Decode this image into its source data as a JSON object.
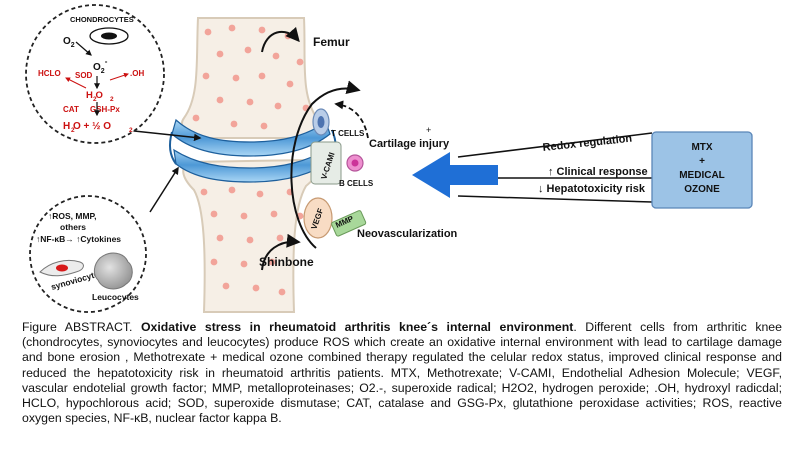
{
  "top_callout": {
    "cell_label": "CHONDROCYTES",
    "o2": "O",
    "o2_sub": "2",
    "superoxide": "O",
    "superoxide_sub": "2",
    "superoxide_sup": "-",
    "sod": "SOD",
    "hclo": "HCLO",
    "oh": ".OH",
    "h2o2": "H O",
    "h2o2_sub1": "2",
    "h2o2_sub2": "2",
    "cat": "CAT",
    "gsh": "GSH-Px",
    "h2o_plus": "H O + ½ O",
    "h2o_sub": "2",
    "o_sub": "2"
  },
  "bottom_callout": {
    "ros": "↑ROS, MMP,",
    "others": "others",
    "nfkb": "↑NF-κB→ ↑Cytokines",
    "synoviocytes": "synoviocytes",
    "leucocytes": "Leucocytes"
  },
  "joint": {
    "femur": "Femur",
    "shinbone": "Shinbone",
    "t_cells": "T CELLS",
    "b_cells": "B CELLS",
    "vcami": "V-CAMI",
    "vegf": "VEGF",
    "mmp": "MMP",
    "cartilage_injury": "Cartilage injury",
    "neovascularization": "Neovascularization"
  },
  "treatment": {
    "box_line1": "MTX",
    "box_line2": "+",
    "box_line3": "MEDICAL",
    "box_line4": "OZONE",
    "redox": "Redox regulation",
    "clinical": "↑ Clinical response",
    "hepato": "↓ Hepatotoxicity risk"
  },
  "caption": {
    "prefix": "Figure ABSTRACT. ",
    "bold": "Oxidative stress in rheumatoid arthritis  knee´s  internal environment",
    "body": ". Different cells from arthritic knee (chondrocytes, synoviocytes and leucocytes) produce ROS which create an oxidative internal environment with lead to cartilage damage and  bone erosion , Methotrexate + medical ozone combined therapy regulated the celular redox status, improved  clinical response and reduced the hepatotoxicity risk in rheumatoid arthritis patients. MTX, Methotrexate; V-CAMI, Endothelial Adhesion Molecule; VEGF, vascular endotelial growth factor;  MMP, metalloproteinases; O2.-, superoxide radical; H2O2, hydrogen peroxide; .OH, hydroxyl radicdal; HCLO, hypochlorous acid; SOD, superoxide dismutase; CAT, catalase and GSG-Px, glutathione peroxidase activities; ROS, reactive oxygen species, NF-κB, nuclear factor kappa B."
  },
  "colors": {
    "red_text": "#cc1111",
    "bone_fill": "#f6efe6",
    "bone_edge": "#d8cbb8",
    "dot": "#f2a49a",
    "cartilage": "#6fb3e3",
    "cartilage_dark": "#1d5f9c",
    "arrow_blue": "#1f6fd6",
    "box_fill": "#9cc3e6",
    "box_edge": "#5a86b8"
  }
}
